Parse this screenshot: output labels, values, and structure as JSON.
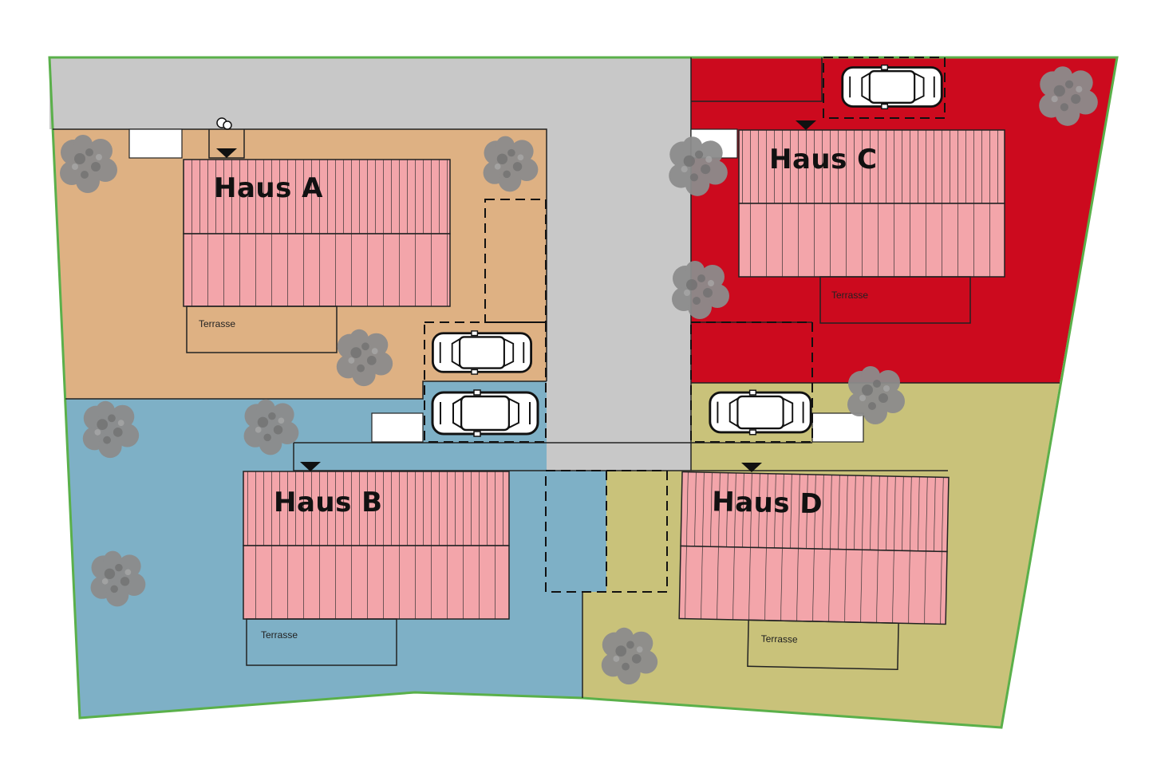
{
  "colors": {
    "road": "#c8c8c8",
    "plot_a": "#deb183",
    "plot_b": "#7eb0c6",
    "plot_c": "#cc0a1e",
    "plot_d": "#c9c27a",
    "roof": "#f3a5aa",
    "boundary": "#5ab04a",
    "tree": "#8c8c8c"
  },
  "houses": [
    {
      "label": "Haus A",
      "terrace_label": "Terrasse"
    },
    {
      "label": "Haus B",
      "terrace_label": "Terrasse"
    },
    {
      "label": "Haus C",
      "terrace_label": "Terrasse"
    },
    {
      "label": "Haus D",
      "terrace_label": "Terrasse"
    }
  ],
  "icons": [
    "car-icon",
    "tree-icon",
    "entrance-arrow-icon"
  ]
}
